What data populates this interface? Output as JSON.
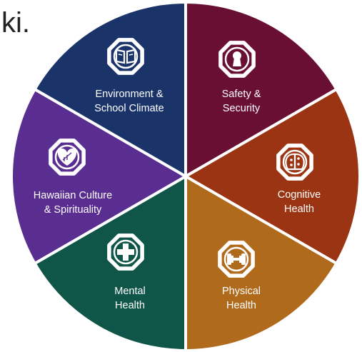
{
  "top_fragment": "ki.",
  "wheel": {
    "segments": [
      {
        "id": "safety",
        "lines": [
          "Safety &",
          "Security"
        ],
        "icon": "keyhole-icon",
        "color": "#6a0f34"
      },
      {
        "id": "cognitive",
        "lines": [
          "Cognitive",
          "Health"
        ],
        "icon": "brain-circuit-icon",
        "color": "#9a3412"
      },
      {
        "id": "physical",
        "lines": [
          "Physical",
          "Health"
        ],
        "icon": "dumbbell-icon",
        "color": "#b06a1c"
      },
      {
        "id": "mental",
        "lines": [
          "Mental",
          "Health"
        ],
        "icon": "medical-cross-icon",
        "color": "#0f5548"
      },
      {
        "id": "hawaiian",
        "lines": [
          "Hawaiian Culture",
          "& Spirituality"
        ],
        "icon": "leaf-heart-icon",
        "color": "#5a2d91"
      },
      {
        "id": "environment",
        "lines": [
          "Environment &",
          "School Climate"
        ],
        "icon": "open-book-icon",
        "color": "#1a346a"
      }
    ]
  }
}
